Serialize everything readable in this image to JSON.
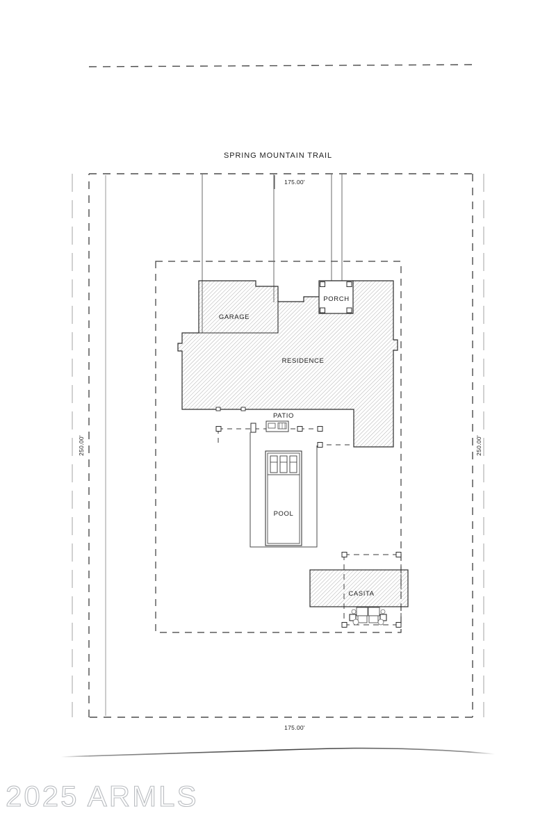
{
  "document": {
    "type": "site-plan",
    "watermark": "2025 ARMLS"
  },
  "street": {
    "name": "SPRING MOUNTAIN TRAIL"
  },
  "dimensions": {
    "top": "175.00'",
    "bottom": "175.00'",
    "left": "250.00'",
    "right": "250.00'"
  },
  "structures": [
    {
      "key": "garage",
      "label": "GARAGE"
    },
    {
      "key": "residence",
      "label": "RESIDENCE"
    },
    {
      "key": "porch",
      "label": "PORCH"
    },
    {
      "key": "patio",
      "label": "PATIO"
    },
    {
      "key": "pool",
      "label": "POOL"
    },
    {
      "key": "casita",
      "label": "CASITA"
    }
  ],
  "labels": {
    "garage": "GARAGE",
    "residence": "RESIDENCE",
    "porch": "PORCH",
    "patio": "PATIO",
    "pool": "POOL",
    "casita": "CASITA"
  },
  "colors": {
    "ink": "#1c1c1c",
    "line": "#3a3a3a",
    "hatch": "#8d8d8d",
    "setback": "#4a4a4a",
    "watermark": "#b9bcc0",
    "paper": "#ffffff"
  }
}
